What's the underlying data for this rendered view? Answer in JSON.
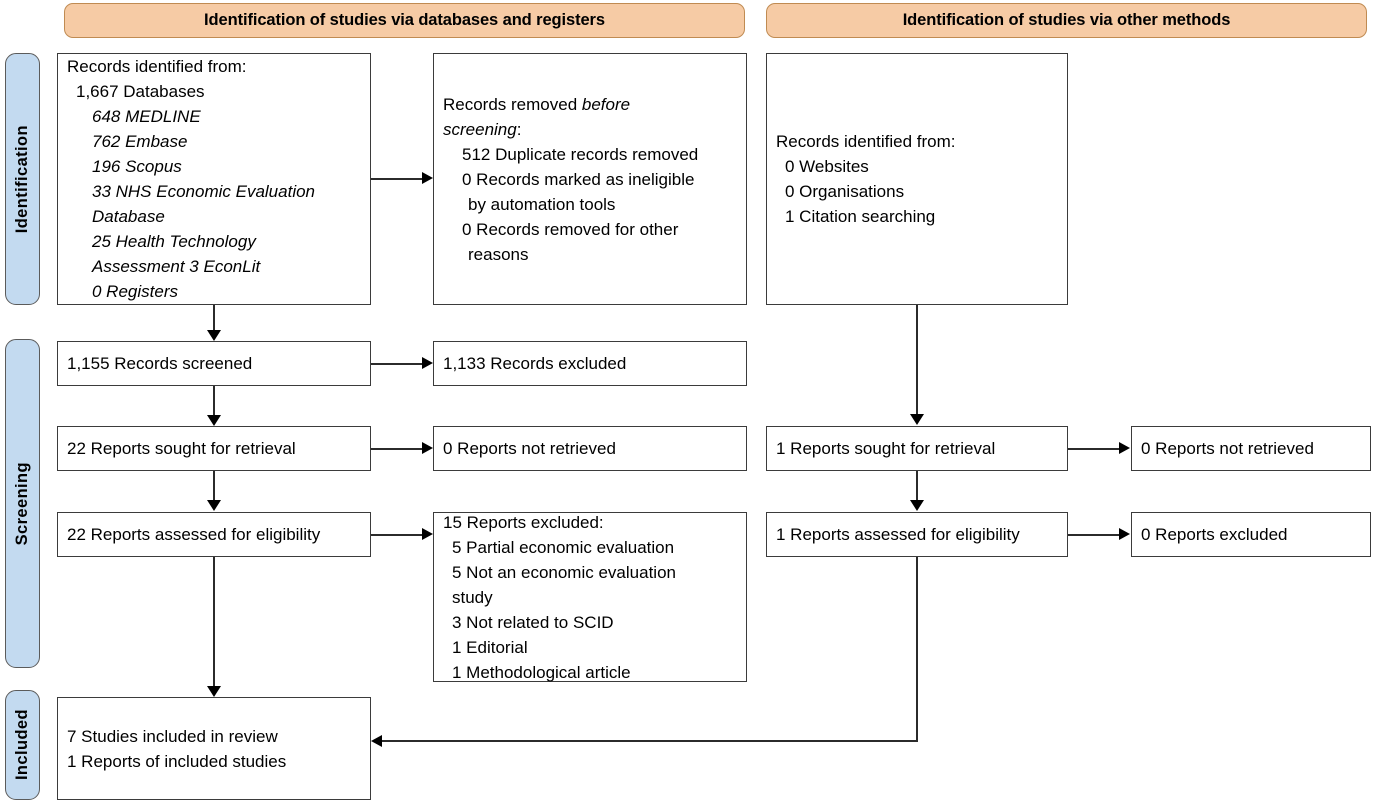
{
  "diagram": {
    "title": "PRISMA 2020 flow diagram",
    "colors": {
      "header_fill": "#F6CBA5",
      "header_border": "#C08B52",
      "side_label_fill": "#C3DAF0",
      "side_label_border": "#5B5B5B",
      "box_border": "#3B3B3B",
      "connector": "#2B2B2B"
    }
  },
  "headers": {
    "databases": "Identification of studies via databases and registers",
    "other": "Identification of studies via other methods"
  },
  "side_labels": {
    "identification": "Identification",
    "screening": "Screening",
    "included": "Included"
  },
  "boxes": {
    "records_identified_db": {
      "lines": [
        "Records identified from:",
        "1,667 Databases",
        "648 MEDLINE",
        "762 Embase",
        "196 Scopus",
        "33 NHS Economic Evaluation",
        "Database",
        "25 Health Technology",
        "Assessment 3 EconLit",
        "0 Registers"
      ]
    },
    "records_removed": {
      "lead_plain": "Records removed ",
      "lead_italic": "before",
      "line2_italic": "screening",
      "line2_colon": ":",
      "lines": [
        "512 Duplicate records removed",
        "0 Records marked as ineligible",
        "by automation tools",
        "0 Records removed for other",
        "reasons"
      ]
    },
    "records_identified_other": {
      "lines": [
        "Records identified from:",
        "0 Websites",
        "0 Organisations",
        "1 Citation searching"
      ]
    },
    "records_screened": {
      "text": "1,155 Records screened"
    },
    "records_excluded": {
      "text": "1,133 Records excluded"
    },
    "reports_sought_db": {
      "text": "22 Reports sought for retrieval"
    },
    "reports_not_retrieved_db": {
      "text": "0 Reports not retrieved"
    },
    "reports_assessed_db": {
      "text": "22 Reports assessed for eligibility"
    },
    "reports_excluded_db": {
      "lines": [
        "15 Reports excluded:",
        "5 Partial economic evaluation",
        "5 Not an economic evaluation",
        "study",
        "3 Not related to SCID",
        "1 Editorial",
        "1 Methodological article"
      ]
    },
    "reports_sought_other": {
      "text": "1 Reports sought for retrieval"
    },
    "reports_not_retrieved_other": {
      "text": "0 Reports not retrieved"
    },
    "reports_assessed_other": {
      "text": "1 Reports assessed for eligibility"
    },
    "reports_excluded_other": {
      "text": "0 Reports excluded"
    },
    "included": {
      "lines": [
        "7 Studies included in review",
        "1 Reports of included studies"
      ]
    }
  }
}
